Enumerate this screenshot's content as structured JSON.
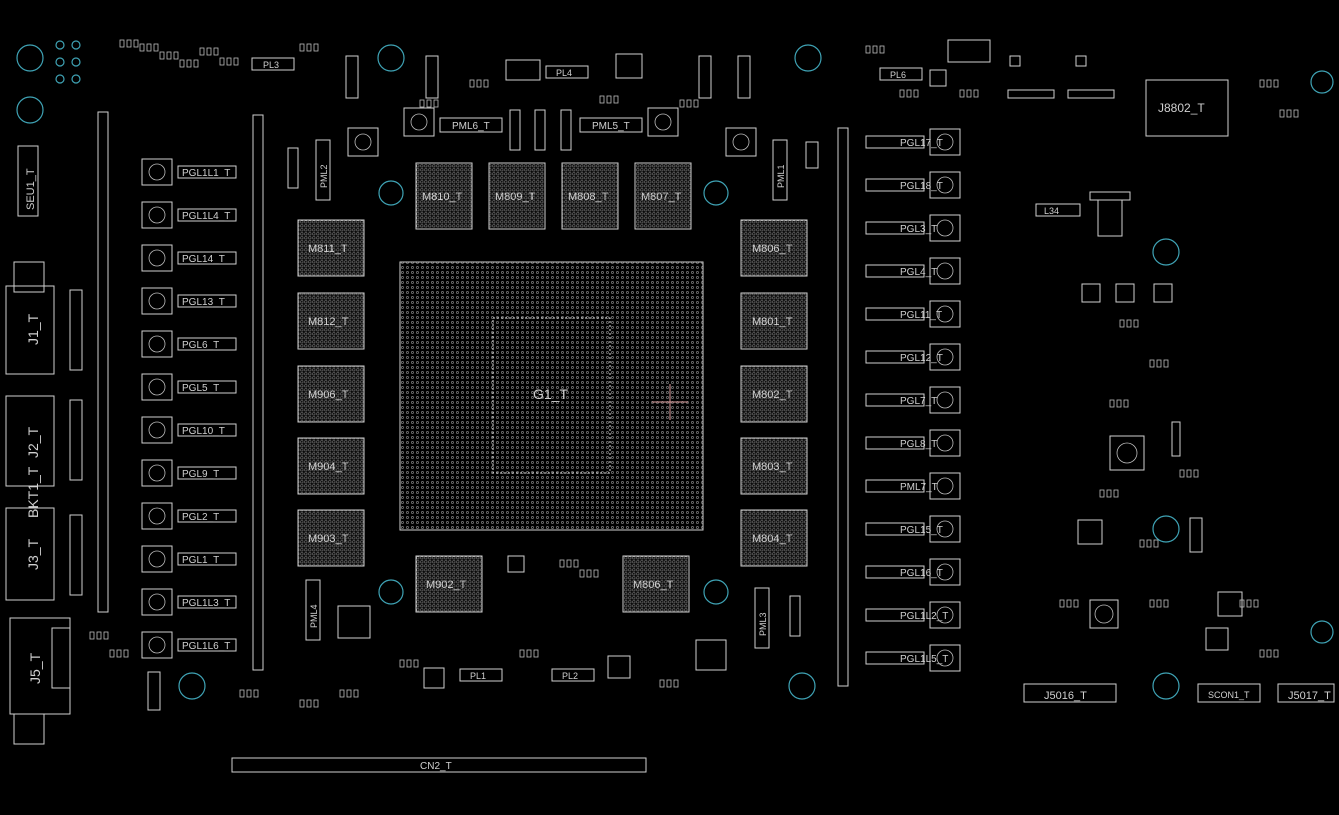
{
  "board": {
    "gpu": "G1_T",
    "memory_left": [
      "M811_T",
      "M812_T",
      "M906_T",
      "M904_T",
      "M903_T"
    ],
    "memory_top": [
      "M810_T",
      "M809_T",
      "M808_T",
      "M807_T"
    ],
    "memory_right": [
      "M806_T",
      "M801_T",
      "M802_T",
      "M803_T",
      "M804_T"
    ],
    "memory_bottom": [
      "M902_T",
      "M806_T"
    ],
    "left_chokes": [
      "PGL1L1_T",
      "PGL1L4_T",
      "PGL14_T",
      "PGL13_T",
      "PGL6_T",
      "PGL5_T",
      "PGL10_T",
      "PGL9_T",
      "PGL2_T",
      "PGL1_T",
      "PGL1L3_T",
      "PGL1L6_T"
    ],
    "right_chokes": [
      "PGL17_T",
      "PGL18_T",
      "PGL3_T",
      "PGL4_T",
      "PGL11_T",
      "PGL12_T",
      "PGL7_T",
      "PGL8_T",
      "PML7_T",
      "PGL15_T",
      "PGL16_T",
      "PGL1L2_T",
      "PGL1L5_T"
    ],
    "top_labels": [
      "PL3",
      "PL4",
      "PML6_T",
      "PML5_T",
      "PL6",
      "PML2",
      "PML1"
    ],
    "connectors": [
      "J1_T",
      "J2_T",
      "J3_T",
      "J5_T",
      "BKT1_T",
      "SEU1_T",
      "J5016_T",
      "J5017_T",
      "J8802_T",
      "SCON1_T",
      "CN2_T"
    ],
    "misc_labels": [
      "L34",
      "PML4",
      "PML3",
      "PL1",
      "PL2"
    ]
  },
  "colors": {
    "background": "#000000",
    "outline": "#cfcfcf",
    "hole": "#3fa3b5"
  }
}
